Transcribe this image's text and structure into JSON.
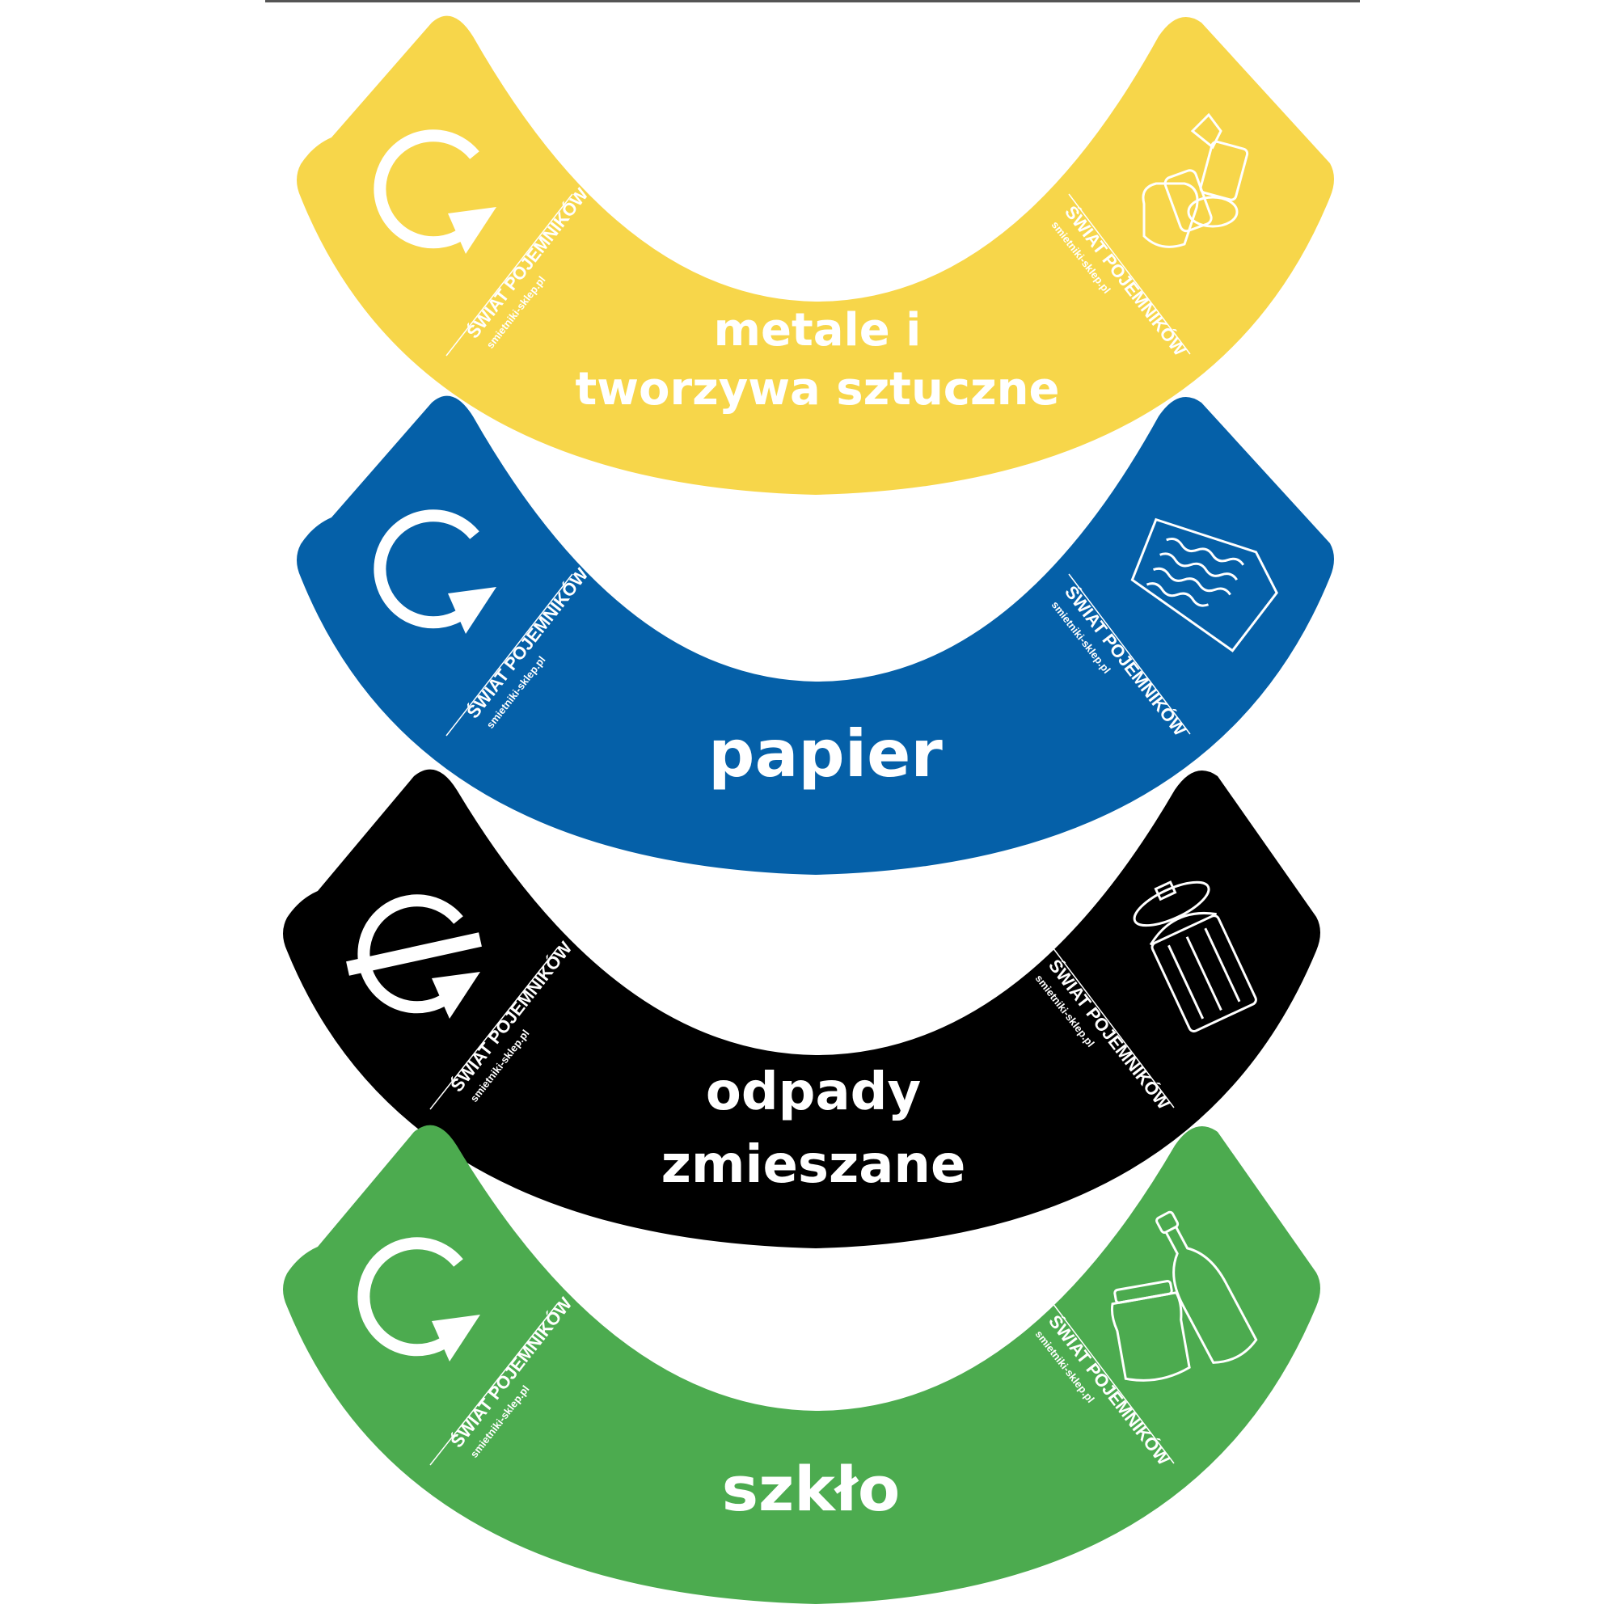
{
  "brand": {
    "name": "ŚWIAT POJEMNIKÓW",
    "url": "smietniki-sklep.pl"
  },
  "labels": [
    {
      "line1": "metale i",
      "line2": "tworzywa sztuczne",
      "color": "#F7D64A",
      "symbol": "recycle-icon",
      "waste_icon": "plastic-metal-packaging-icon"
    },
    {
      "line1": "papier",
      "line2": "",
      "color": "#0560A8",
      "symbol": "recycle-icon",
      "waste_icon": "paper-icon"
    },
    {
      "line1": "odpady",
      "line2": "zmieszane",
      "color": "#000000",
      "symbol": "crossed-recycle-icon",
      "waste_icon": "mixed-waste-bin-icon"
    },
    {
      "line1": "szkło",
      "line2": "",
      "color": "#4CAB4F",
      "symbol": "recycle-icon",
      "waste_icon": "glass-bottle-jar-icon"
    }
  ]
}
